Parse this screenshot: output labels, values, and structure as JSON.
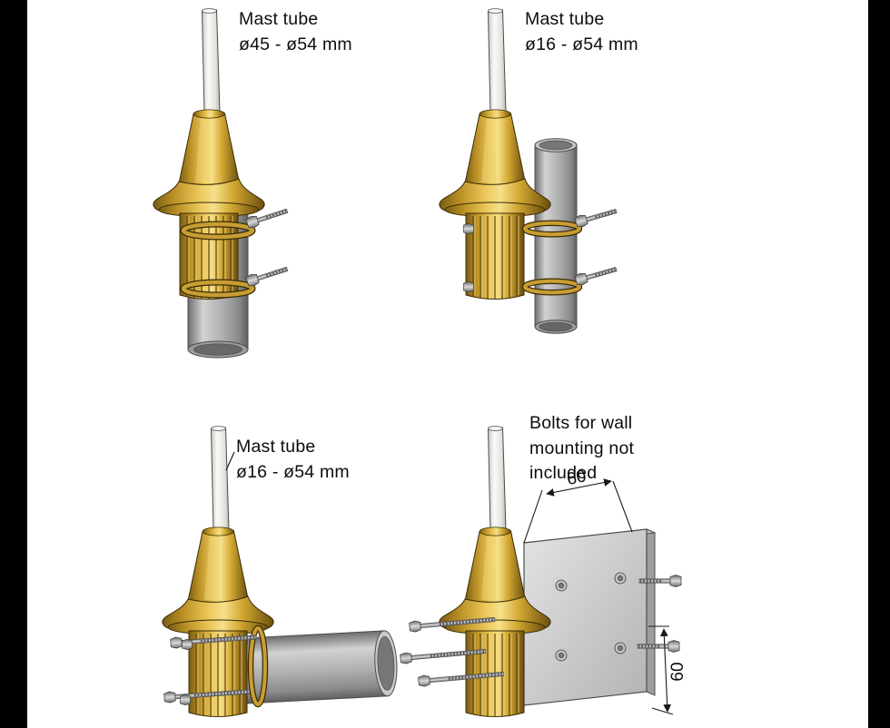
{
  "page": {
    "background": "#ffffff",
    "edge_bar_color": "#000000"
  },
  "labels": {
    "top_left": {
      "line1": "Mast tube",
      "line2": "ø45 - ø54 mm"
    },
    "top_right": {
      "line1": "Mast tube",
      "line2": "ø16 - ø54 mm"
    },
    "bottom_left": {
      "line1": "Mast tube",
      "line2": "ø16 - ø54 mm"
    },
    "bottom_right": {
      "line1": "Bolts for wall",
      "line2": "mounting not",
      "line3": "included"
    }
  },
  "dimensions": {
    "plate_width": "60",
    "plate_height": "60"
  },
  "colors": {
    "brass": "#c89e33",
    "brass_highlight": "#f2d87d",
    "brass_dark": "#6b4e0e",
    "pipe_gray": "#a8a8a8",
    "mast_white": "#f5f5f2",
    "plate_gray": "#cfcfcf",
    "line": "#1a1a1a"
  }
}
